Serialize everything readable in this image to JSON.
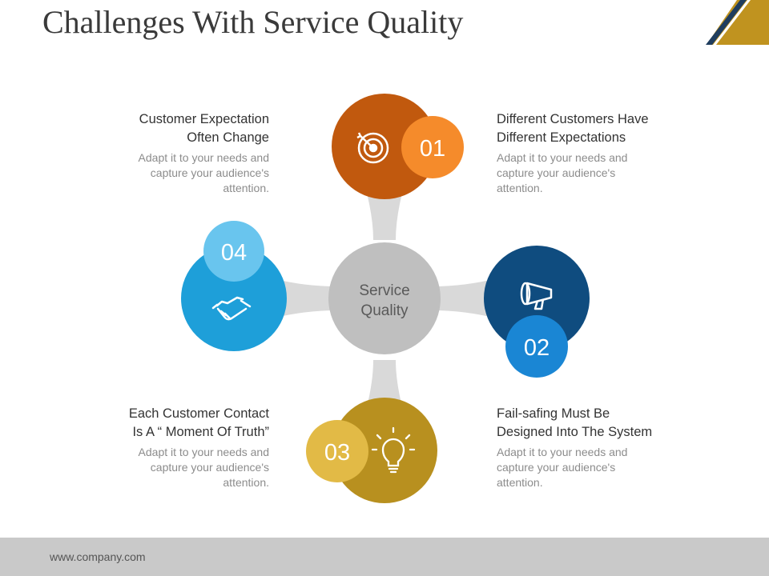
{
  "slide": {
    "title": "Challenges With Service Quality",
    "footer": "www.company.com"
  },
  "colors": {
    "hub": "#bfbfbf",
    "connector": "#d9d9d9",
    "node1": "#c1590e",
    "badge1": "#f58b2b",
    "node2": "#0f4c7f",
    "badge2": "#1a86d4",
    "node3": "#b8901f",
    "badge3": "#e2ba46",
    "node4": "#1e9fd9",
    "badge4": "#69c5ee",
    "corner_gold": "#c0931f",
    "corner_navy": "#1f3d5e"
  },
  "diagram": {
    "center_label_line1": "Service",
    "center_label_line2": "Quality",
    "nodes": [
      {
        "number": "01",
        "icon": "target-icon"
      },
      {
        "number": "02",
        "icon": "megaphone-icon"
      },
      {
        "number": "03",
        "icon": "lightbulb-icon"
      },
      {
        "number": "04",
        "icon": "handshake-icon"
      }
    ]
  },
  "blocks": [
    {
      "heading_line1": "Customer Expectation",
      "heading_line2": "Often Change",
      "body_line1": "Adapt it to your needs and",
      "body_line2": "capture your audience's",
      "body_line3": "attention."
    },
    {
      "heading_line1": "Different Customers Have",
      "heading_line2": "Different Expectations",
      "body_line1": "Adapt it to your needs and",
      "body_line2": "capture your audience's",
      "body_line3": "attention."
    },
    {
      "heading_line1": "Each Customer Contact",
      "heading_line2": "Is A “ Moment Of Truth”",
      "body_line1": "Adapt it to your needs and",
      "body_line2": "capture your audience's",
      "body_line3": "attention."
    },
    {
      "heading_line1": "Fail-safing Must Be",
      "heading_line2": "Designed Into The System",
      "body_line1": "Adapt it to your needs and",
      "body_line2": "capture your audience's",
      "body_line3": "attention."
    }
  ]
}
